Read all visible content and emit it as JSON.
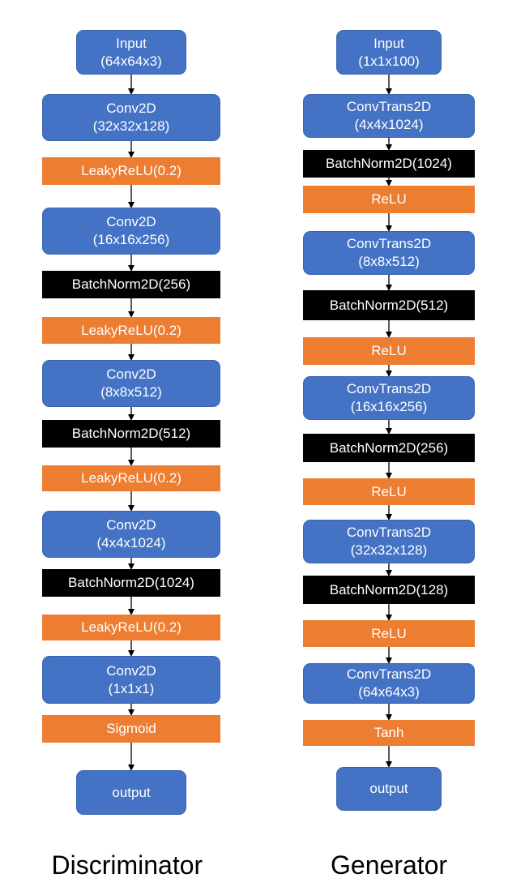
{
  "colors": {
    "conv": "#4472c4",
    "activation": "#ed7d31",
    "batchnorm": "#000000",
    "arrow": "#000000"
  },
  "discriminator": {
    "title": "Discriminator",
    "nodes": [
      {
        "kind": "blue",
        "lines": [
          "Input",
          "(64x64x3)"
        ]
      },
      {
        "kind": "blue",
        "lines": [
          "Conv2D",
          "(32x32x128)"
        ]
      },
      {
        "kind": "orange",
        "lines": [
          "LeakyReLU(0.2)"
        ]
      },
      {
        "kind": "blue",
        "lines": [
          "Conv2D",
          "(16x16x256)"
        ]
      },
      {
        "kind": "black",
        "lines": [
          "BatchNorm2D(256)"
        ]
      },
      {
        "kind": "orange",
        "lines": [
          "LeakyReLU(0.2)"
        ]
      },
      {
        "kind": "blue",
        "lines": [
          "Conv2D",
          "(8x8x512)"
        ]
      },
      {
        "kind": "black",
        "lines": [
          "BatchNorm2D(512)"
        ]
      },
      {
        "kind": "orange",
        "lines": [
          "LeakyReLU(0.2)"
        ]
      },
      {
        "kind": "blue",
        "lines": [
          "Conv2D",
          "(4x4x1024)"
        ]
      },
      {
        "kind": "black",
        "lines": [
          "BatchNorm2D(1024)"
        ]
      },
      {
        "kind": "orange",
        "lines": [
          "LeakyReLU(0.2)"
        ]
      },
      {
        "kind": "blue",
        "lines": [
          "Conv2D",
          "(1x1x1)"
        ]
      },
      {
        "kind": "orange",
        "lines": [
          "Sigmoid"
        ]
      },
      {
        "kind": "blue",
        "lines": [
          "output"
        ]
      }
    ]
  },
  "generator": {
    "title": "Generator",
    "nodes": [
      {
        "kind": "blue",
        "lines": [
          "Input",
          "(1x1x100)"
        ]
      },
      {
        "kind": "blue",
        "lines": [
          "ConvTrans2D",
          "(4x4x1024)"
        ]
      },
      {
        "kind": "black",
        "lines": [
          "BatchNorm2D(1024)"
        ]
      },
      {
        "kind": "orange",
        "lines": [
          "ReLU"
        ]
      },
      {
        "kind": "blue",
        "lines": [
          "ConvTrans2D",
          "(8x8x512)"
        ]
      },
      {
        "kind": "black",
        "lines": [
          "BatchNorm2D(512)"
        ]
      },
      {
        "kind": "orange",
        "lines": [
          "ReLU"
        ]
      },
      {
        "kind": "blue",
        "lines": [
          "ConvTrans2D",
          "(16x16x256)"
        ]
      },
      {
        "kind": "black",
        "lines": [
          "BatchNorm2D(256)"
        ]
      },
      {
        "kind": "orange",
        "lines": [
          "ReLU"
        ]
      },
      {
        "kind": "blue",
        "lines": [
          "ConvTrans2D",
          "(32x32x128)"
        ]
      },
      {
        "kind": "black",
        "lines": [
          "BatchNorm2D(128)"
        ]
      },
      {
        "kind": "orange",
        "lines": [
          "ReLU"
        ]
      },
      {
        "kind": "blue",
        "lines": [
          "ConvTrans2D",
          "(64x64x3)"
        ]
      },
      {
        "kind": "orange",
        "lines": [
          "Tanh"
        ]
      },
      {
        "kind": "blue",
        "lines": [
          "output"
        ]
      }
    ]
  }
}
